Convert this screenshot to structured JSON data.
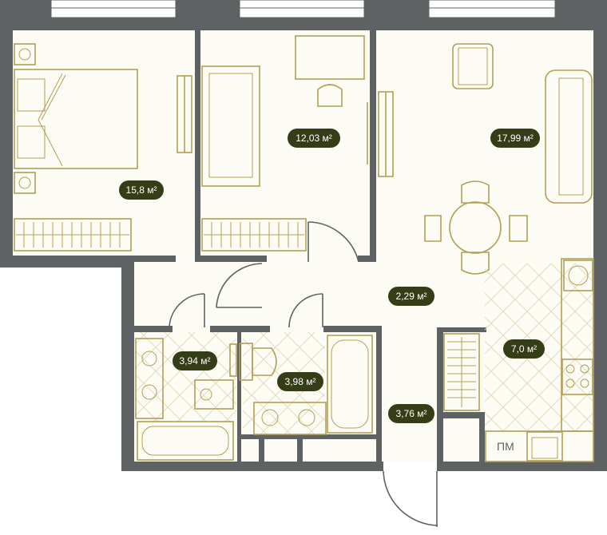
{
  "rooms": {
    "bedroom": {
      "area": "15,8 м²"
    },
    "child_room": {
      "area": "12,03 м²"
    },
    "living_room": {
      "area": "17,99 м²"
    },
    "hall": {
      "area": "2,29 м²"
    },
    "kitchen": {
      "area": "7,0 м²"
    },
    "bathroom_1": {
      "area": "3,94 м²"
    },
    "bathroom_2": {
      "area": "3,98 м²"
    },
    "entrance": {
      "area": "3,76 м²"
    }
  },
  "labels": {
    "pm": "ПМ"
  },
  "colors": {
    "wall": "#5f6263",
    "floor": "#fdfcf4",
    "furniture_line": "#b19f55",
    "label_background": "#353d17",
    "label_text": "#ffffff"
  }
}
